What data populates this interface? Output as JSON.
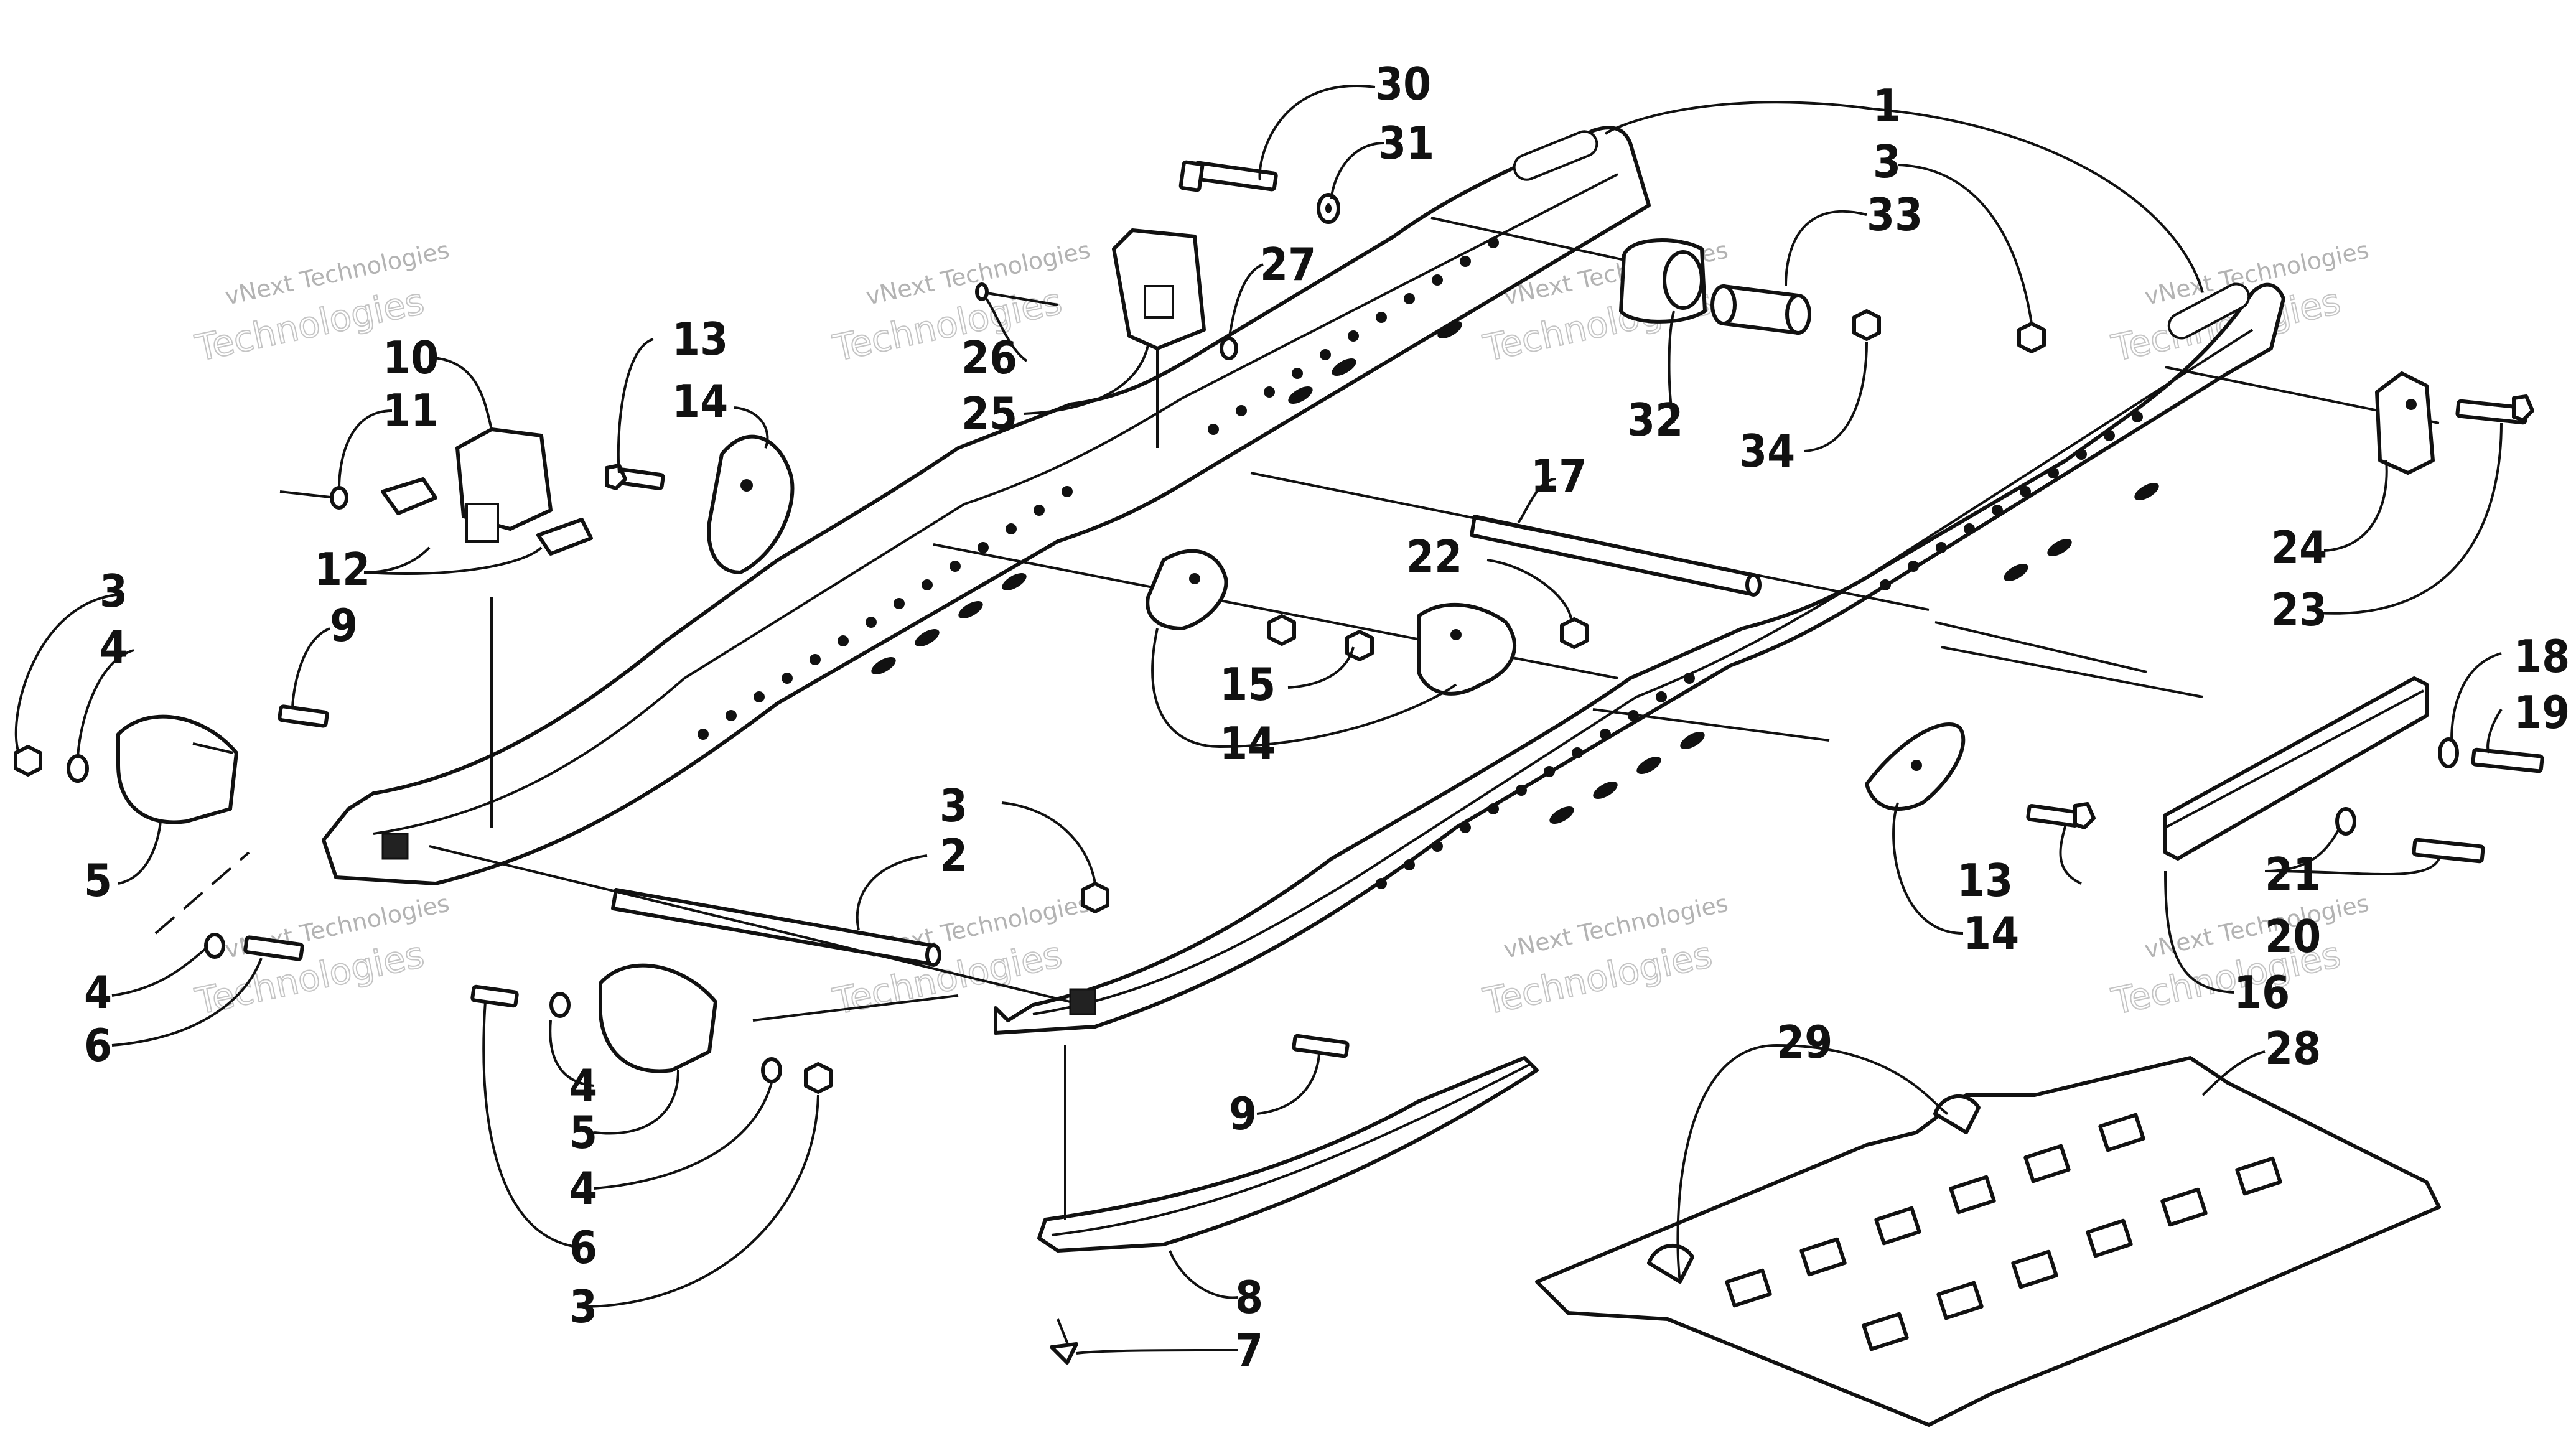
{
  "diagram": {
    "callouts": [
      {
        "id": "c30",
        "text": "30"
      },
      {
        "id": "c31",
        "text": "31"
      },
      {
        "id": "c1",
        "text": "1"
      },
      {
        "id": "c3a",
        "text": "3"
      },
      {
        "id": "c33",
        "text": "33"
      },
      {
        "id": "c27",
        "text": "27"
      },
      {
        "id": "c26",
        "text": "26"
      },
      {
        "id": "c25",
        "text": "25"
      },
      {
        "id": "c32",
        "text": "32"
      },
      {
        "id": "c34",
        "text": "34"
      },
      {
        "id": "c13a",
        "text": "13"
      },
      {
        "id": "c14a",
        "text": "14"
      },
      {
        "id": "c10",
        "text": "10"
      },
      {
        "id": "c11",
        "text": "11"
      },
      {
        "id": "c12",
        "text": "12"
      },
      {
        "id": "c17",
        "text": "17"
      },
      {
        "id": "c24",
        "text": "24"
      },
      {
        "id": "c23",
        "text": "23"
      },
      {
        "id": "c22",
        "text": "22"
      },
      {
        "id": "c3b",
        "text": "3"
      },
      {
        "id": "c4a",
        "text": "4"
      },
      {
        "id": "c9a",
        "text": "9"
      },
      {
        "id": "c15",
        "text": "15"
      },
      {
        "id": "c14b",
        "text": "14"
      },
      {
        "id": "c18",
        "text": "18"
      },
      {
        "id": "c19",
        "text": "19"
      },
      {
        "id": "c5a",
        "text": "5"
      },
      {
        "id": "c3c",
        "text": "3"
      },
      {
        "id": "c2",
        "text": "2"
      },
      {
        "id": "c13b",
        "text": "13"
      },
      {
        "id": "c21",
        "text": "21"
      },
      {
        "id": "c20",
        "text": "20"
      },
      {
        "id": "c14c",
        "text": "14"
      },
      {
        "id": "c16",
        "text": "16"
      },
      {
        "id": "c4b",
        "text": "4"
      },
      {
        "id": "c6a",
        "text": "6"
      },
      {
        "id": "c4c",
        "text": "4"
      },
      {
        "id": "c5b",
        "text": "5"
      },
      {
        "id": "c4d",
        "text": "4"
      },
      {
        "id": "c6b",
        "text": "6"
      },
      {
        "id": "c3d",
        "text": "3"
      },
      {
        "id": "c9b",
        "text": "9"
      },
      {
        "id": "c29",
        "text": "29"
      },
      {
        "id": "c28",
        "text": "28"
      },
      {
        "id": "c8",
        "text": "8"
      },
      {
        "id": "c7",
        "text": "7"
      }
    ],
    "watermark": {
      "line1": "vNext Technologies",
      "big": "Technologies",
      "big_top": "vNext"
    }
  }
}
